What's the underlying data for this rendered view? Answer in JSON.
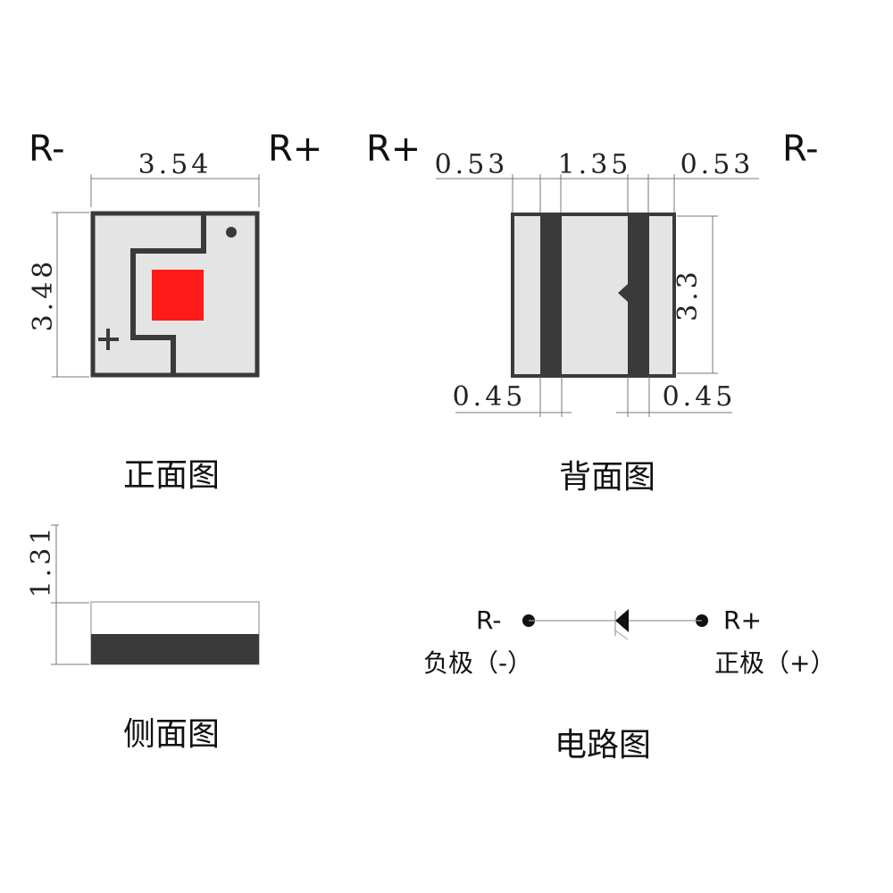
{
  "colors": {
    "pad": "#3a3a3a",
    "body": "#e4e4e4",
    "chip": "#ff1a1a"
  },
  "front": {
    "caption": "正面图",
    "left_terminal": "R-",
    "right_terminal": "R+",
    "width_dim": "3.54",
    "height_dim": "3.48",
    "plus_mark": "+"
  },
  "back": {
    "caption": "背面图",
    "left_terminal": "R+",
    "right_terminal": "R-",
    "dim_top_left": "0.53",
    "dim_top_mid": "1.35",
    "dim_top_right": "0.53",
    "dim_right": "3.3",
    "dim_bottom_left": "0.45",
    "dim_bottom_right": "0.45"
  },
  "side": {
    "caption": "侧面图",
    "height_dim": "1.31"
  },
  "circuit": {
    "caption": "电路图",
    "left_terminal": "R-",
    "right_terminal": "R+",
    "left_polarity": "负极（-）",
    "right_polarity": "正极（+）"
  }
}
